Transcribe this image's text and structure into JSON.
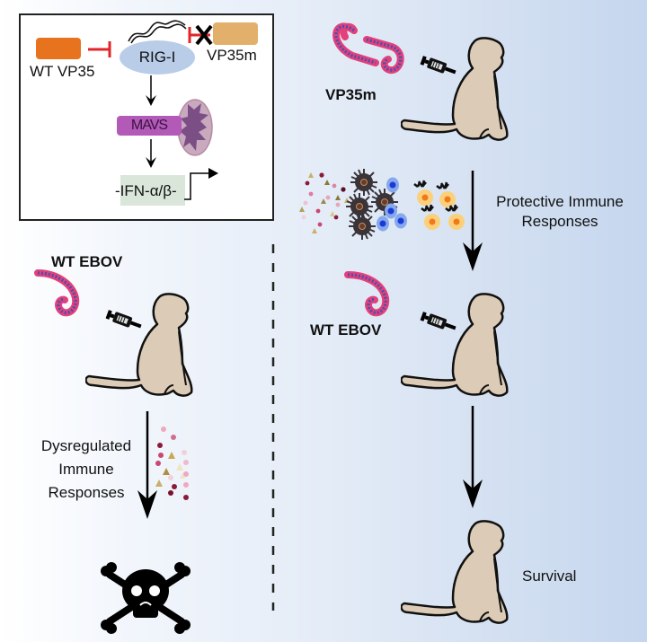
{
  "inset": {
    "wt_vp35_label": "WT VP35",
    "vp35m_label": "VP35m",
    "rigi_label": "RIG-I",
    "mavs_label": "MAVS",
    "ifn_label": "-IFN-α/β-",
    "colors": {
      "wt_vp35": "#e8731e",
      "vp35m": "#e2b06a",
      "rigi": "#b9cce8",
      "mavs": "#b35ab8",
      "mito": "#b58aa4",
      "ifn_box": "#d9e6d9",
      "inhibit": "#e0262a"
    }
  },
  "right_column": {
    "vaccine_label": "VP35m",
    "immune_label_line1": "Protective Immune",
    "immune_label_line2": "Responses",
    "challenge_label": "WT EBOV",
    "outcome_label": "Survival"
  },
  "left_column": {
    "challenge_label": "WT EBOV",
    "immune_label_line1": "Dysregulated",
    "immune_label_line2": "Immune",
    "immune_label_line3": "Responses",
    "outcome_icon": "skull-crossbones-icon"
  },
  "colors": {
    "macaque_fill": "#dccbb6",
    "virus_red": "#e4407a",
    "virus_blue": "#4a4fb0",
    "arrow": "#000000"
  }
}
